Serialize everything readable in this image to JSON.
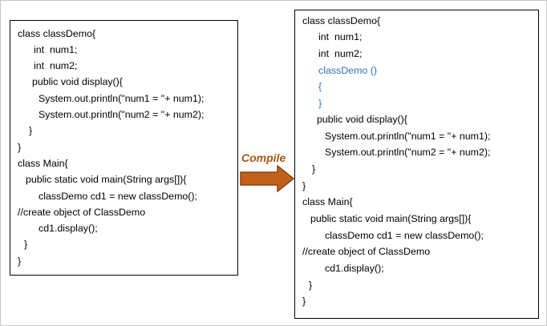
{
  "before": {
    "lines": [
      "class classDemo{",
      "int  num1;",
      "int  num2;",
      "public void display(){",
      "System.out.println(\"num1 = \"+ num1);",
      "System.out.println(\"num2 = \"+ num2);",
      "}",
      "}",
      "class Main{",
      "public static void main(String args[]){",
      "classDemo cd1 = new classDemo();",
      "//create object of ClassDemo",
      "cd1.display();",
      "}",
      "}"
    ]
  },
  "compile_label": "Compile",
  "after": {
    "lines": [
      "class classDemo{",
      "int  num1;",
      "int  num2;",
      "classDemo ()",
      "{",
      "}",
      "public void display(){",
      "System.out.println(\"num1 = \"+ num1);",
      "System.out.println(\"num2 = \"+ num2);",
      "}",
      "}",
      "class Main{",
      "public static void main(String args[]){",
      "classDemo cd1 = new classDemo();",
      "//create object of ClassDemo",
      "cd1.display();",
      "}",
      "}"
    ]
  },
  "colors": {
    "code": "#000000",
    "added_code": "#2e74b5",
    "arrow_fill": "#c0601a",
    "arrow_stroke": "#8a4512",
    "label": "#a55a12"
  }
}
